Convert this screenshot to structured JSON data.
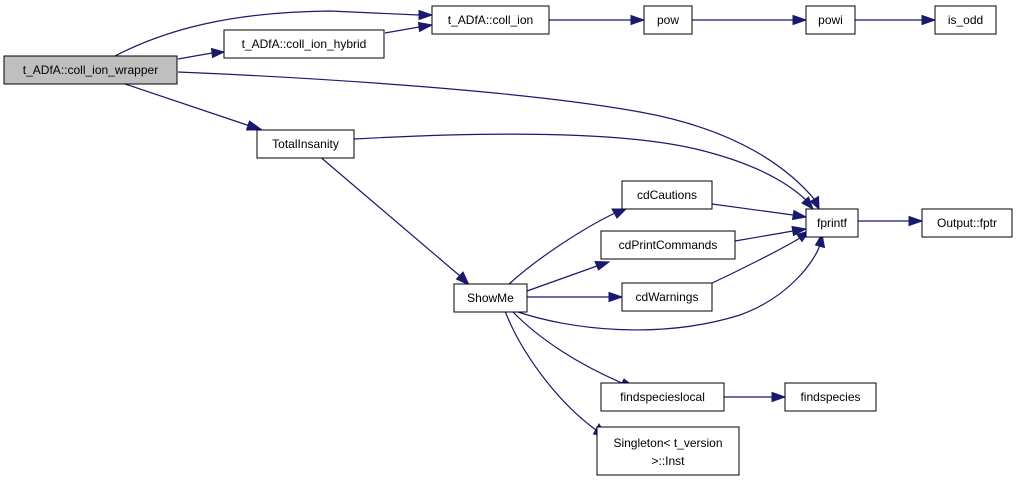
{
  "colors": {
    "edge": "#191970",
    "root_fill": "#bfbfbf",
    "node_fill": "#ffffff",
    "node_border": "#000000"
  },
  "nodes": {
    "wrapper": {
      "label": "t_ADfA::coll_ion_wrapper"
    },
    "coll_ion": {
      "label": "t_ADfA::coll_ion"
    },
    "hybrid": {
      "label": "t_ADfA::coll_ion_hybrid"
    },
    "pow": {
      "label": "pow"
    },
    "powi": {
      "label": "powi"
    },
    "is_odd": {
      "label": "is_odd"
    },
    "totalinsanity": {
      "label": "TotalInsanity"
    },
    "fprintf": {
      "label": "fprintf"
    },
    "output_fptr": {
      "label": "Output::fptr"
    },
    "showme": {
      "label": "ShowMe"
    },
    "cdcautions": {
      "label": "cdCautions"
    },
    "cdprintcommands": {
      "label": "cdPrintCommands"
    },
    "cdwarnings": {
      "label": "cdWarnings"
    },
    "findspecieslocal": {
      "label": "findspecieslocal"
    },
    "findspecies": {
      "label": "findspecies"
    },
    "singleton_line1": {
      "label": "Singleton< t_version"
    },
    "singleton_line2": {
      "label": ">::Inst"
    }
  },
  "edges": [
    {
      "from": "t_ADfA::coll_ion_wrapper",
      "to": "t_ADfA::coll_ion"
    },
    {
      "from": "t_ADfA::coll_ion_wrapper",
      "to": "t_ADfA::coll_ion_hybrid"
    },
    {
      "from": "t_ADfA::coll_ion_wrapper",
      "to": "fprintf"
    },
    {
      "from": "t_ADfA::coll_ion_wrapper",
      "to": "TotalInsanity"
    },
    {
      "from": "t_ADfA::coll_ion_hybrid",
      "to": "t_ADfA::coll_ion"
    },
    {
      "from": "t_ADfA::coll_ion",
      "to": "pow"
    },
    {
      "from": "pow",
      "to": "powi"
    },
    {
      "from": "powi",
      "to": "is_odd"
    },
    {
      "from": "TotalInsanity",
      "to": "fprintf"
    },
    {
      "from": "TotalInsanity",
      "to": "ShowMe"
    },
    {
      "from": "ShowMe",
      "to": "cdCautions"
    },
    {
      "from": "ShowMe",
      "to": "cdPrintCommands"
    },
    {
      "from": "ShowMe",
      "to": "cdWarnings"
    },
    {
      "from": "ShowMe",
      "to": "fprintf"
    },
    {
      "from": "ShowMe",
      "to": "findspecieslocal"
    },
    {
      "from": "ShowMe",
      "to": "Singleton< t_version >::Inst"
    },
    {
      "from": "cdCautions",
      "to": "fprintf"
    },
    {
      "from": "cdPrintCommands",
      "to": "fprintf"
    },
    {
      "from": "cdWarnings",
      "to": "fprintf"
    },
    {
      "from": "fprintf",
      "to": "Output::fptr"
    },
    {
      "from": "findspecieslocal",
      "to": "findspecies"
    }
  ]
}
